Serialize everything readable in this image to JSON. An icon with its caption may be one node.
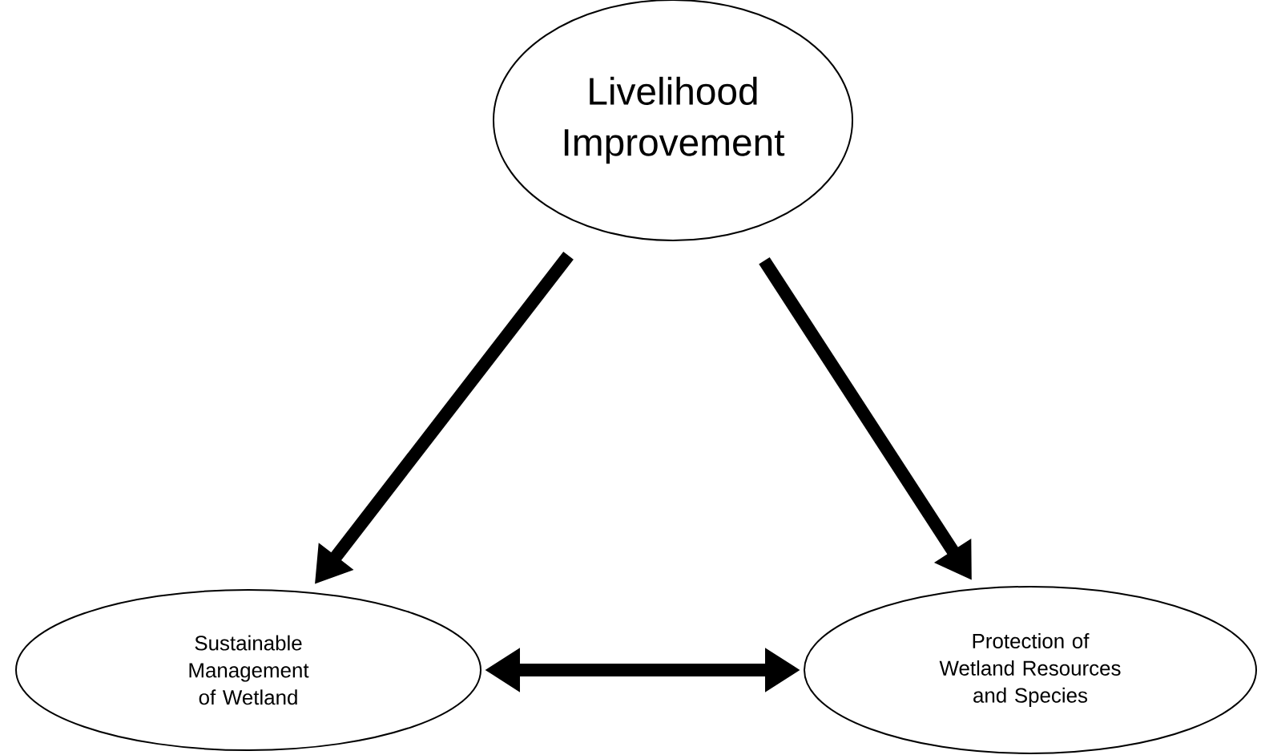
{
  "diagram": {
    "nodes": [
      {
        "text": [
          "Livelihood Improvement"
        ]
      },
      {
        "text": [
          "Sustainable Management of Wetland"
        ]
      },
      {
        "text": [
          "Protection of Wetland Resources and Species"
        ]
      }
    ],
    "edges": [
      {
        "from": 0,
        "to": 1,
        "arrow": "to"
      },
      {
        "from": 0,
        "to": 2,
        "arrow": "to"
      },
      {
        "from": 1,
        "to": 2,
        "arrow": "both"
      }
    ]
  }
}
